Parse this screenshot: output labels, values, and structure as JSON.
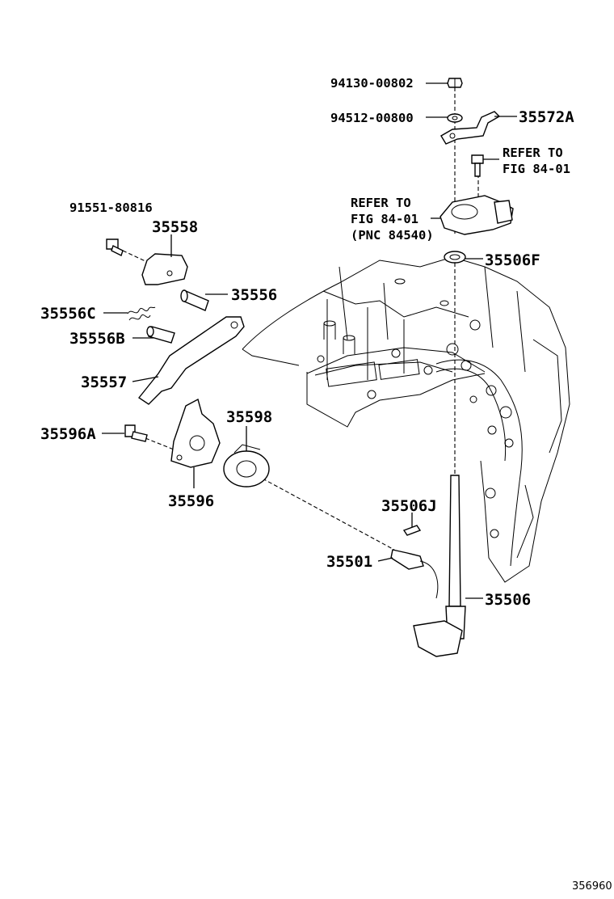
{
  "diagram": {
    "callouts": {
      "p94130": "94130-00802",
      "p94512": "94512-00800",
      "p35572A": "35572A",
      "refer1_line1": "REFER TO",
      "refer1_line2": "FIG 84-01",
      "refer2_line1": "REFER TO",
      "refer2_line2": "FIG 84-01",
      "refer2_line3": "(PNC 84540)",
      "p35506F": "35506F",
      "p91551": "91551-80816",
      "p35558": "35558",
      "p35556": "35556",
      "p35556C": "35556C",
      "p35556B": "35556B",
      "p35557": "35557",
      "p35596A": "35596A",
      "p35598": "35598",
      "p35596": "35596",
      "p35506J": "35506J",
      "p35501": "35501",
      "p35506": "35506"
    },
    "figure_code": "356960"
  }
}
